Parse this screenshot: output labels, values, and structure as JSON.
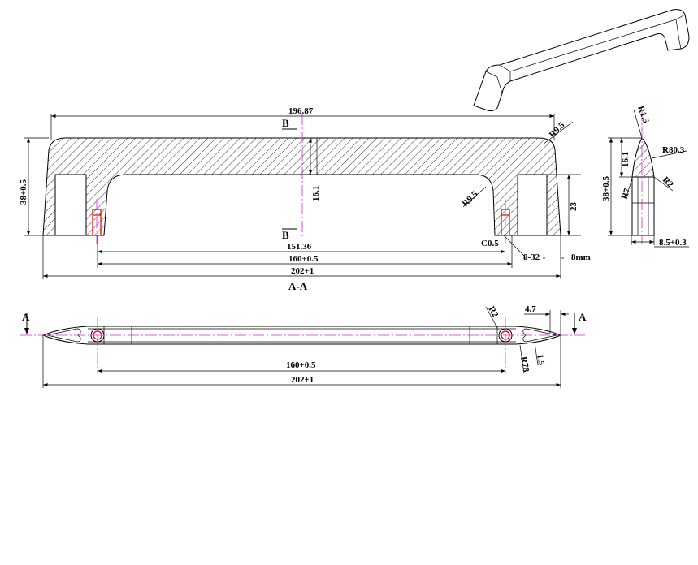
{
  "drawing": {
    "section_label": "A-A",
    "section_marker_a": "A",
    "section_marker_b": "B",
    "colors": {
      "centerline": "#e020e0",
      "thread": "#e00000",
      "line": "#000000"
    },
    "front_view": {
      "overall_top": "196.87",
      "radius_outer": "R9.5",
      "radius_inner": "R9.5",
      "height": "38+0.5",
      "inner_height": "16.1",
      "leg_height": "23",
      "chamfer": "C0.5",
      "thread": "8-32",
      "thread_depth": "8mm",
      "hole_inner": "151.36",
      "hole_spacing": "160+0.5",
      "overall_length": "202+1"
    },
    "side_view": {
      "tip_radius": "R1.5",
      "arc_radius": "R80.3",
      "height_top": "16.1",
      "height": "38+0.5",
      "radius_left": "R7",
      "radius_right": "R2",
      "width": "8.5+0.3"
    },
    "top_view": {
      "radius": "R2",
      "end_length": "4.7",
      "radius_large": "R78",
      "wall": "1.5",
      "hole_spacing": "160+0.5",
      "overall_length": "202+1"
    }
  }
}
